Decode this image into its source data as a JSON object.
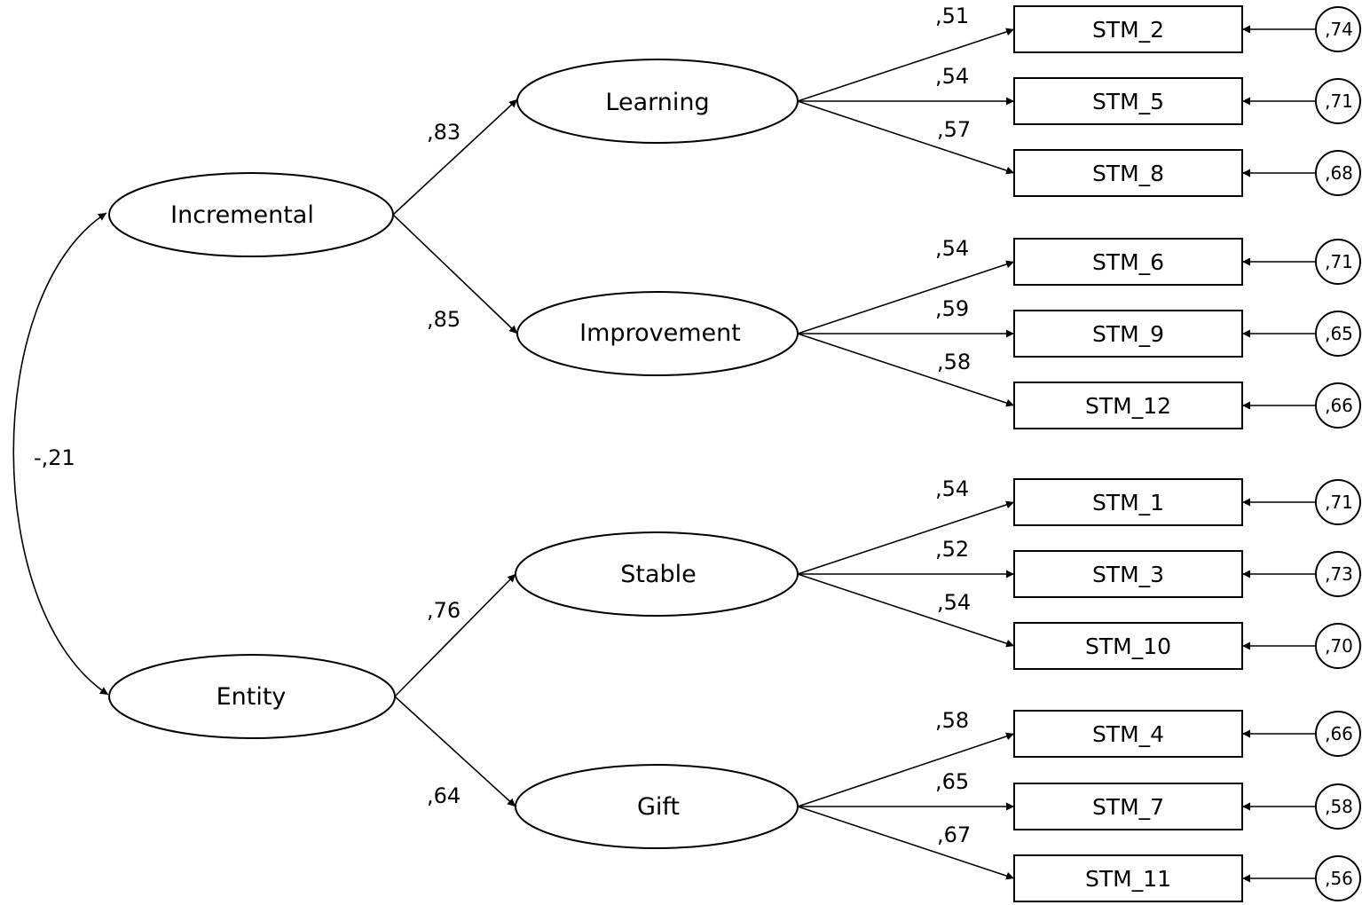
{
  "latent": {
    "incremental": "Incremental",
    "entity": "Entity",
    "learning": "Learning",
    "improvement": "Improvement",
    "stable": "Stable",
    "gift": "Gift"
  },
  "correlation": "-,21",
  "second_order_loadings": {
    "incremental_learning": ",83",
    "incremental_improvement": ",85",
    "entity_stable": ",76",
    "entity_gift": ",64"
  },
  "indicators": [
    {
      "name": "STM_2",
      "loading": ",51",
      "error": ",74"
    },
    {
      "name": "STM_5",
      "loading": ",54",
      "error": ",71"
    },
    {
      "name": "STM_8",
      "loading": ",57",
      "error": ",68"
    },
    {
      "name": "STM_6",
      "loading": ",54",
      "error": ",71"
    },
    {
      "name": "STM_9",
      "loading": ",59",
      "error": ",65"
    },
    {
      "name": "STM_12",
      "loading": ",58",
      "error": ",66"
    },
    {
      "name": "STM_1",
      "loading": ",54",
      "error": ",71"
    },
    {
      "name": "STM_3",
      "loading": ",52",
      "error": ",73"
    },
    {
      "name": "STM_10",
      "loading": ",54",
      "error": ",70"
    },
    {
      "name": "STM_4",
      "loading": ",58",
      "error": ",66"
    },
    {
      "name": "STM_7",
      "loading": ",65",
      "error": ",58"
    },
    {
      "name": "STM_11",
      "loading": ",67",
      "error": ",56"
    }
  ]
}
